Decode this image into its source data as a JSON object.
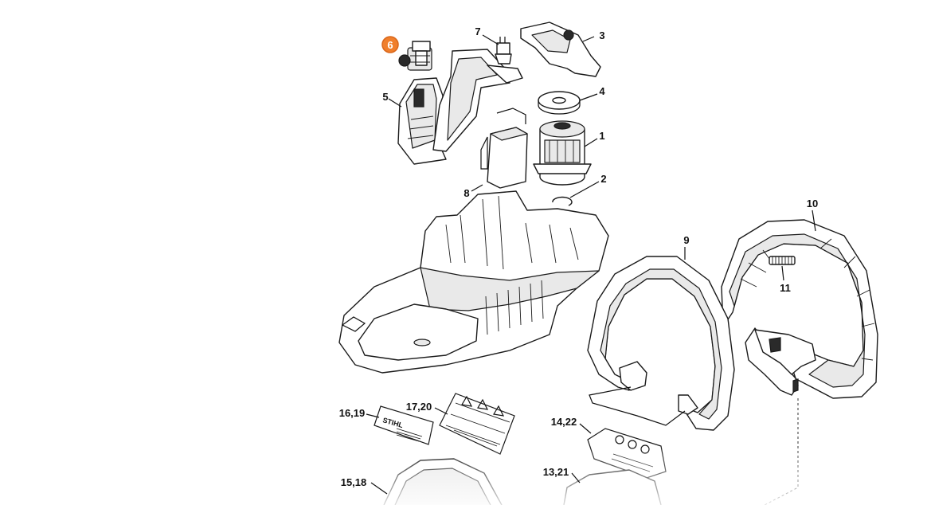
{
  "diagram": {
    "callouts": [
      {
        "id": "c1",
        "text": "1"
      },
      {
        "id": "c2",
        "text": "2"
      },
      {
        "id": "c3",
        "text": "3"
      },
      {
        "id": "c4",
        "text": "4"
      },
      {
        "id": "c5",
        "text": "5"
      },
      {
        "id": "c6",
        "text": "6",
        "highlighted": true
      },
      {
        "id": "c7",
        "text": "7"
      },
      {
        "id": "c8",
        "text": "8"
      },
      {
        "id": "c9",
        "text": "9"
      },
      {
        "id": "c10",
        "text": "10"
      },
      {
        "id": "c11",
        "text": "11"
      },
      {
        "id": "c1619",
        "text": "16,19"
      },
      {
        "id": "c1720",
        "text": "17,20"
      },
      {
        "id": "c1422",
        "text": "14,22"
      },
      {
        "id": "c1518",
        "text": "15,18"
      },
      {
        "id": "c1321",
        "text": "13,21"
      }
    ],
    "plate_brand": "STIHL",
    "highlight_color": "#f07f2c",
    "line_color": "#1a1a1a"
  }
}
